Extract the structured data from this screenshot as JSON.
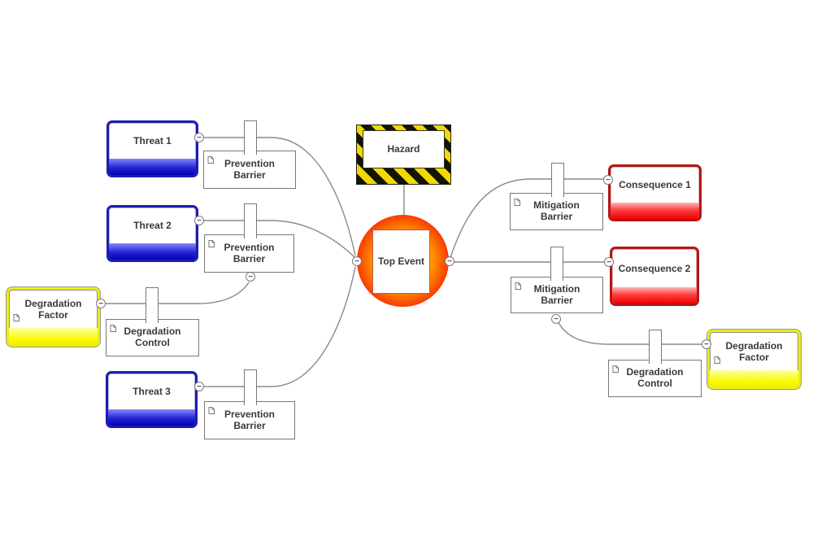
{
  "diagram": {
    "type": "bowtie-risk-diagram",
    "collapse_glyph": "−",
    "nodes": {
      "hazard": {
        "label": "Hazard",
        "kind": "hazard"
      },
      "top_event": {
        "label": "Top Event",
        "kind": "top-event"
      },
      "threat_1": {
        "label": "Threat 1",
        "kind": "threat"
      },
      "threat_2": {
        "label": "Threat 2",
        "kind": "threat"
      },
      "threat_3": {
        "label": "Threat 3",
        "kind": "threat"
      },
      "prevention_barrier_1": {
        "label": "Prevention Barrier",
        "kind": "barrier"
      },
      "prevention_barrier_2": {
        "label": "Prevention Barrier",
        "kind": "barrier"
      },
      "prevention_barrier_3": {
        "label": "Prevention Barrier",
        "kind": "barrier"
      },
      "mitigation_barrier_1": {
        "label": "Mitigation Barrier",
        "kind": "barrier"
      },
      "mitigation_barrier_2": {
        "label": "Mitigation Barrier",
        "kind": "barrier"
      },
      "consequence_1": {
        "label": "Consequence 1",
        "kind": "consequence"
      },
      "consequence_2": {
        "label": "Consequence 2",
        "kind": "consequence"
      },
      "degradation_factor_left": {
        "label": "Degradation Factor",
        "kind": "degradation-factor"
      },
      "degradation_control_left": {
        "label": "Degradation Control",
        "kind": "degradation-control"
      },
      "degradation_factor_right": {
        "label": "Degradation Factor",
        "kind": "degradation-factor"
      },
      "degradation_control_right": {
        "label": "Degradation Control",
        "kind": "degradation-control"
      }
    },
    "colors": {
      "threat_border": "#1c1cb0",
      "threat_fill": "#0000b4",
      "consequence_border": "#b41616",
      "consequence_fill": "#ee0000",
      "degradation_border": "#ecec10",
      "degradation_fill": "#fafa00",
      "barrier_border": "#777777",
      "connector_line": "#8a8a8a",
      "hazard_yellow": "#f2d900",
      "hazard_black": "#141400",
      "top_event_center": "#ff8e00",
      "top_event_edge": "#f71800",
      "label_text": "#3a3a3a"
    }
  }
}
